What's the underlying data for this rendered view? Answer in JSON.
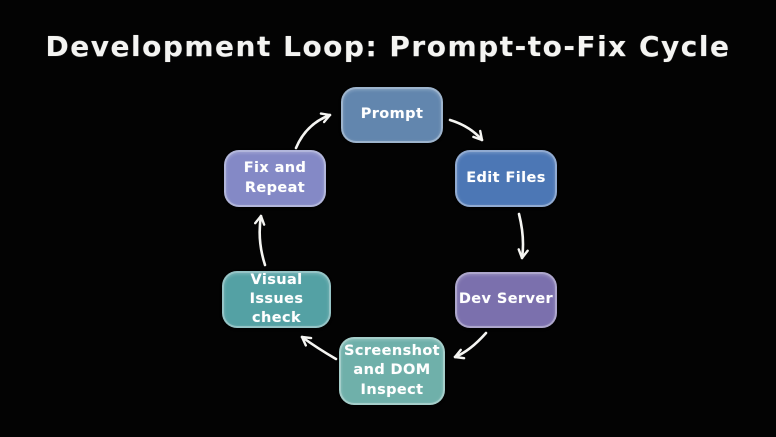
{
  "title": "Development Loop: Prompt-to-Fix Cycle",
  "colors": {
    "background": "#030303",
    "arrow": "#f5f5f2",
    "node_text": "#ffffff"
  },
  "nodes": [
    {
      "id": "prompt",
      "label": "Prompt",
      "color": "#6286ae"
    },
    {
      "id": "edit-files",
      "label": "Edit Files",
      "color": "#4c77b5"
    },
    {
      "id": "dev-server",
      "label": "Dev Server",
      "color": "#7b70ad"
    },
    {
      "id": "screenshot-dom-inspect",
      "label": "Screenshot\nand DOM\nInspect",
      "color": "#6fb0aa"
    },
    {
      "id": "visual-issues-check",
      "label": "Visual Issues\ncheck",
      "color": "#54a1a4"
    },
    {
      "id": "fix-and-repeat",
      "label": "Fix and\nRepeat",
      "color": "#8489c6"
    }
  ],
  "edges": [
    {
      "from": "prompt",
      "to": "edit-files"
    },
    {
      "from": "edit-files",
      "to": "dev-server"
    },
    {
      "from": "dev-server",
      "to": "screenshot-dom-inspect"
    },
    {
      "from": "screenshot-dom-inspect",
      "to": "visual-issues-check"
    },
    {
      "from": "visual-issues-check",
      "to": "fix-and-repeat"
    },
    {
      "from": "fix-and-repeat",
      "to": "prompt"
    }
  ]
}
